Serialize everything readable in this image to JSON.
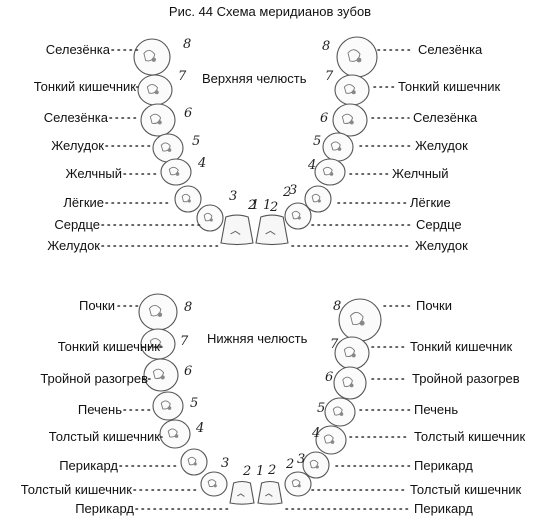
{
  "caption": "Рис. 44 Схема меридианов зубов",
  "upper": {
    "title": "Верхняя челюсть",
    "labels_left": [
      "Селезёнка",
      "Тонкий кишечник",
      "Селезёнка",
      "Желудок",
      "Желчный",
      "Лёгкие",
      "Сердце",
      "Желудок"
    ],
    "labels_right": [
      "Селезёнка",
      "Тонкий кишечник",
      "Селезёнка",
      "Желудок",
      "Желчный",
      "Лёгкие",
      "Сердце",
      "Желудок"
    ],
    "numbers_left": [
      "8",
      "7",
      "6",
      "5",
      "4",
      "3",
      "2",
      "1"
    ],
    "numbers_right": [
      "8",
      "7",
      "6",
      "5",
      "4",
      "3",
      "2",
      "1"
    ]
  },
  "lower": {
    "title": "Нижняя челюсть",
    "labels_left": [
      "Почки",
      "Тонкий кишечник",
      "Тройной разогрев",
      "Печень",
      "Толстый кишечник",
      "Перикард",
      "Толстый кишечник",
      "Перикард"
    ],
    "labels_right": [
      "Почки",
      "Тонкий кишечник",
      "Тройной разогрев",
      "Печень",
      "Толстый кишечник",
      "Перикард",
      "Толстый кишечник",
      "Перикард"
    ],
    "numbers_left": [
      "8",
      "7",
      "6",
      "5",
      "4",
      "3",
      "2",
      "1"
    ],
    "numbers_right": [
      "8",
      "7",
      "6",
      "5",
      "4",
      "3",
      "2",
      "1"
    ]
  }
}
